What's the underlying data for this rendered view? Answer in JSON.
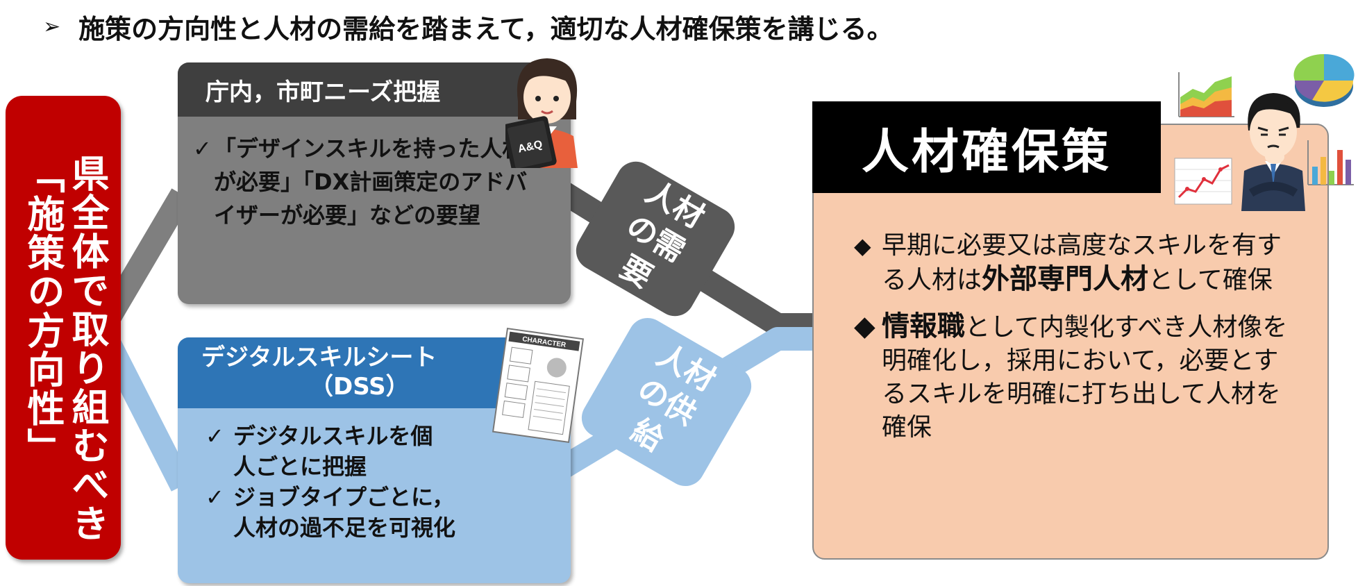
{
  "header": {
    "arrow": "➢",
    "text": "施策の方向性と人材の需給を踏まえて，適切な人材確保策を講じる。"
  },
  "pillar": {
    "line1": "県全体で取り組むべき",
    "line2": "「施策の方向性」"
  },
  "demand_box": {
    "title": "庁内，市町ニーズ把握",
    "check": "✓",
    "text": "「デザインスキルを持った人材が必要」「DX計画策定のアドバイザーが必要」などの要望"
  },
  "supply_box": {
    "title_line1": "デジタルスキルシート",
    "title_line2": "（DSS）",
    "items": [
      {
        "check": "✓",
        "text": "デジタルスキルを個人ごとに把握"
      },
      {
        "check": "✓",
        "text": "ジョブタイプごとに，人材の過不足を可視化"
      }
    ]
  },
  "tags": {
    "demand": "人材の需要",
    "supply": "人材の供給"
  },
  "main": {
    "title": "人材確保策",
    "bullet1": {
      "mark": "◆",
      "pre": "早期に必要又は高度なスキルを有する人材は",
      "bold": "外部専門人材",
      "post": "として確保"
    },
    "bullet2": {
      "mark": "◆",
      "bold": "情報職",
      "post": "として内製化すべき人材像を明確化し，採用において，必要とするスキルを明確に打ち出して人材を確保"
    }
  },
  "icons": {
    "woman_tablet_label": "A&Q",
    "character_sheet_label": "CHARACTER"
  },
  "colors": {
    "pillar": "#c00000",
    "demand": "#7f7f7f",
    "demand_title": "#3f3f3f",
    "supply": "#9dc3e6",
    "supply_title": "#2e75b6",
    "panel": "#f8cbad"
  }
}
